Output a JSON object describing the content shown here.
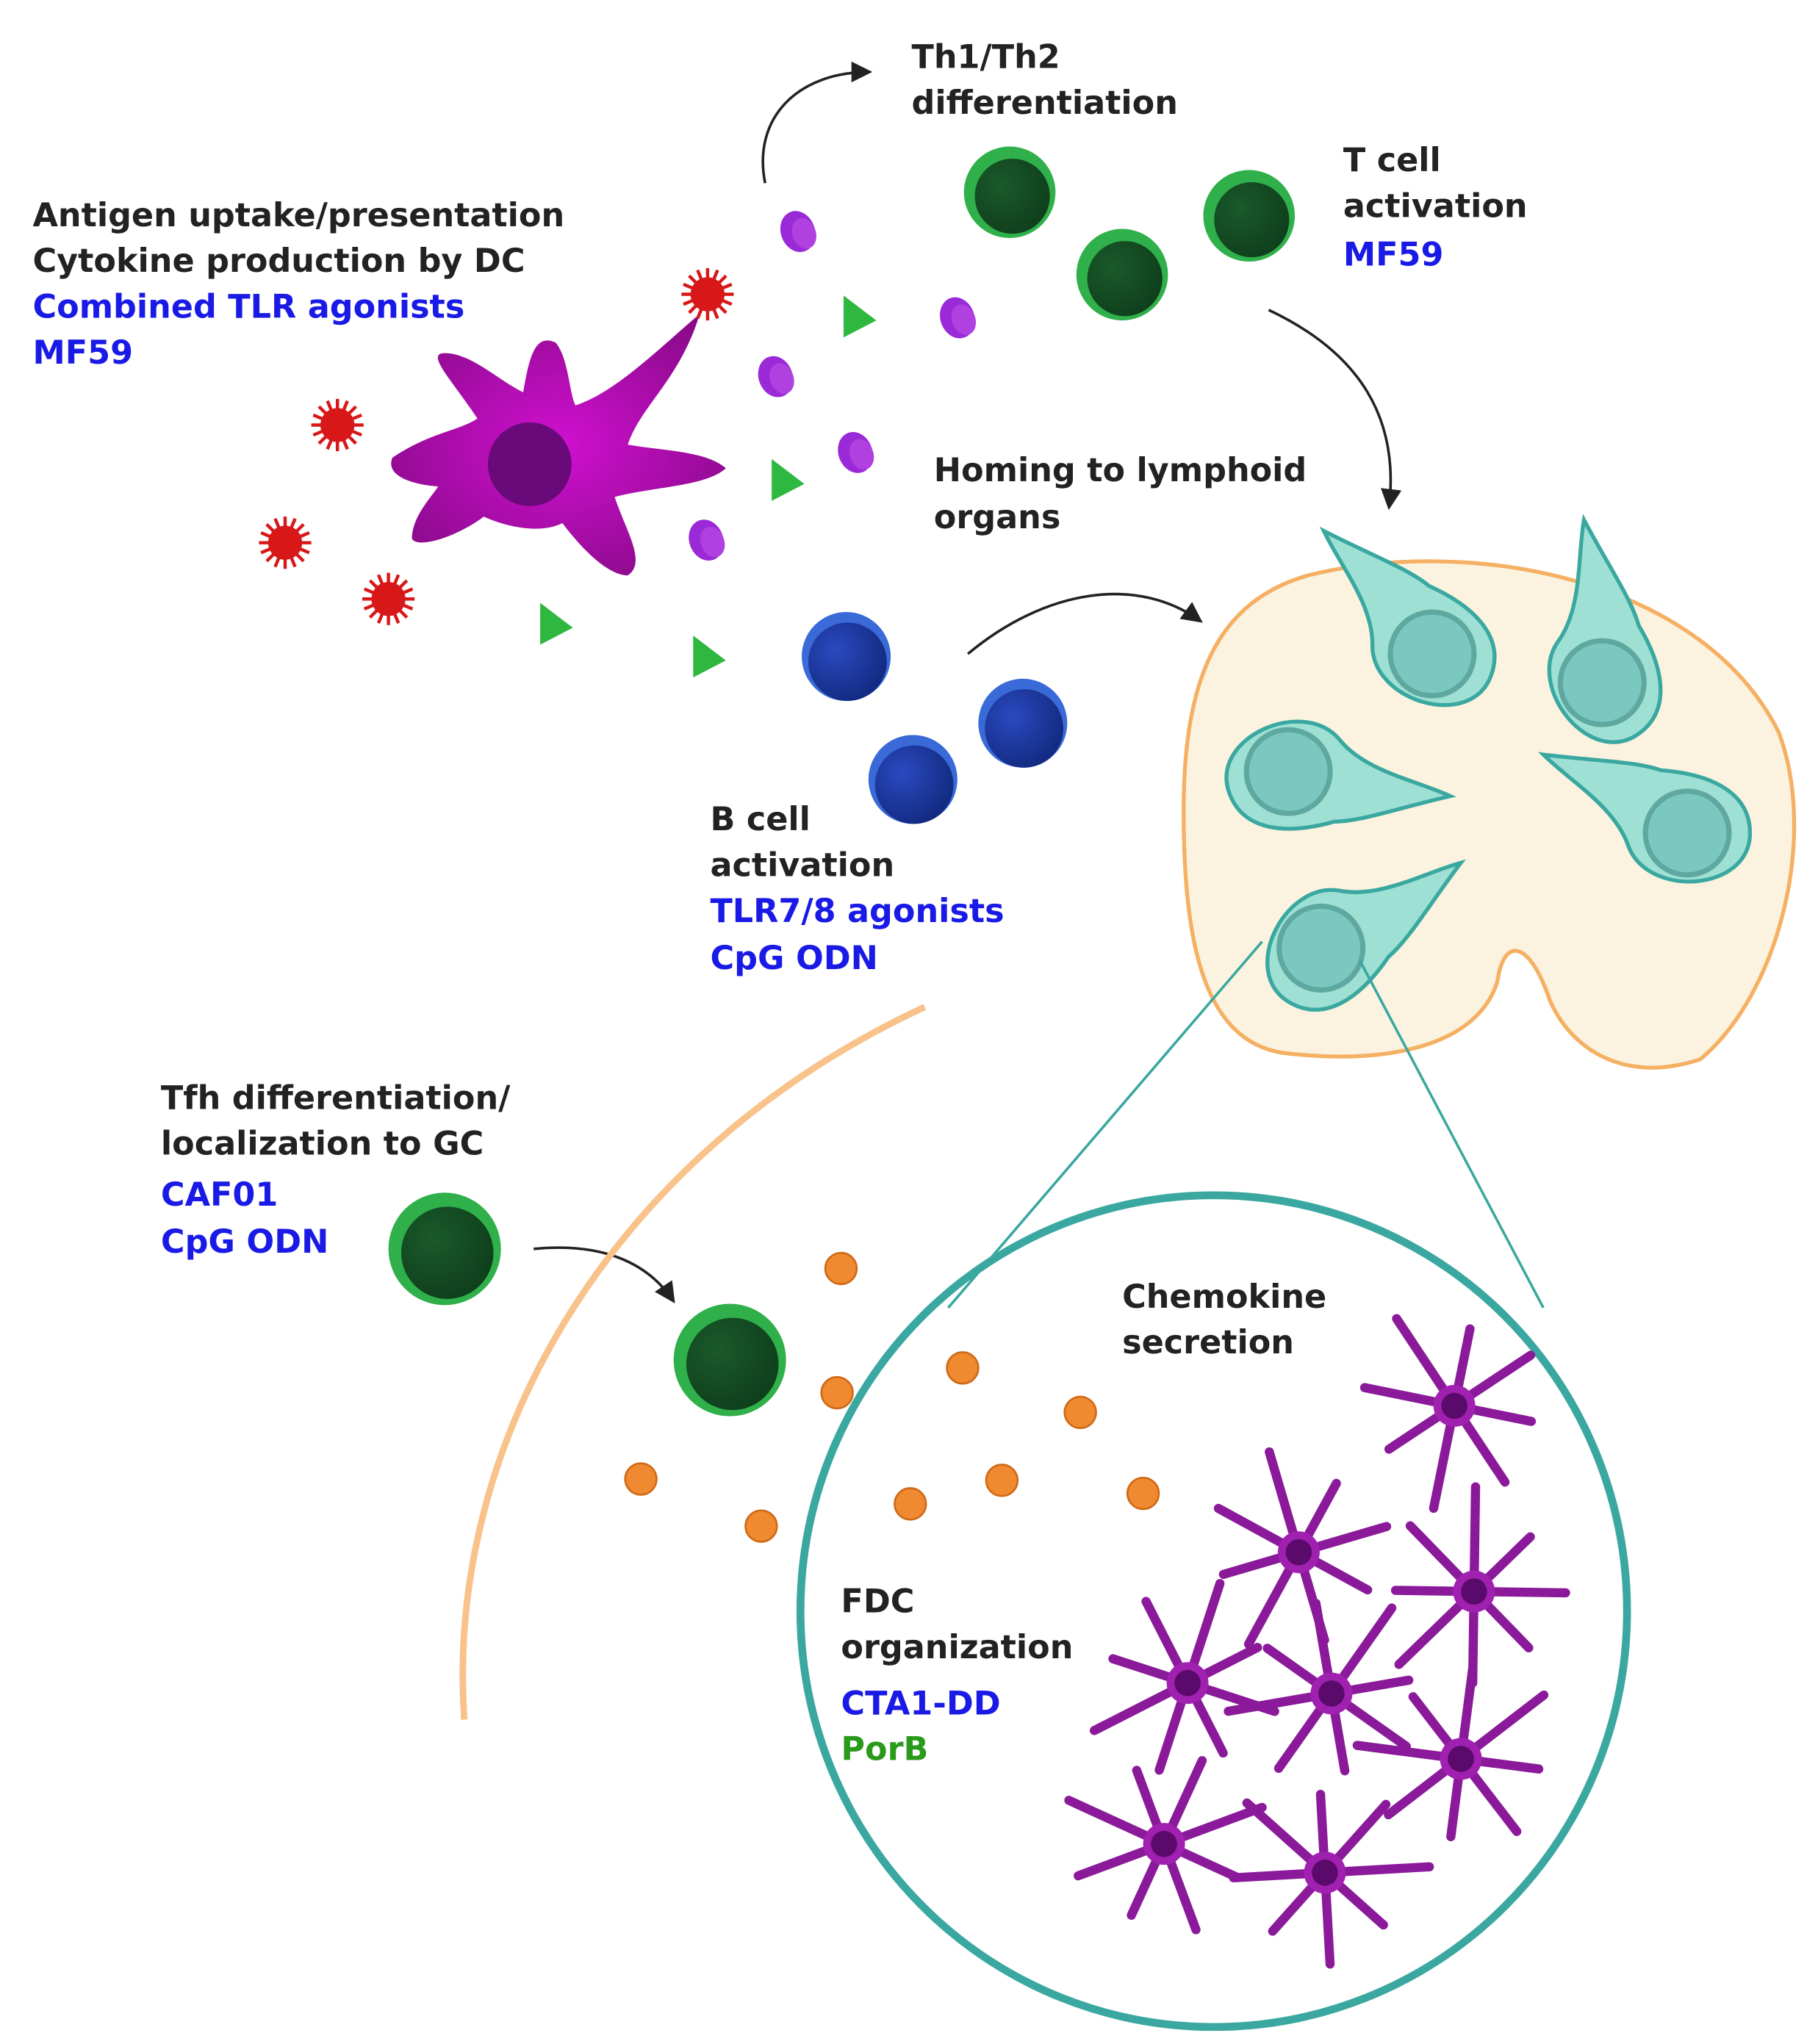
{
  "labels": {
    "th": [
      "Th1/Th2",
      "differentiation"
    ],
    "tcell": [
      "T cell",
      "activation"
    ],
    "tcell_adjuvants": [
      "MF59"
    ],
    "dc": [
      "Antigen uptake/presentation",
      "Cytokine production by DC"
    ],
    "dc_adjuvants": [
      "Combined TLR agonists",
      "MF59"
    ],
    "homing": [
      "Homing to lymphoid",
      "organs"
    ],
    "bcell": [
      "B cell",
      "activation"
    ],
    "bcell_adjuvants": [
      "TLR7/8 agonists",
      "CpG ODN"
    ],
    "tfh": [
      "Tfh differentiation/",
      "localization to GC"
    ],
    "tfh_adjuvants": [
      "CAF01",
      "CpG ODN"
    ],
    "chemokine": [
      "Chemokine",
      "secretion"
    ],
    "fdc": [
      "FDC",
      "organization"
    ],
    "fdc_adjuvants_blue": [
      "CTA1-DD"
    ],
    "fdc_adjuvants_green": [
      "PorB"
    ]
  },
  "colors": {
    "adjuvant_blue": "#1a1ae6",
    "adjuvant_green": "#2a9a1a",
    "t_cell": "#1f7a35",
    "b_cell": "#1f3fa8",
    "dendritic_cell": "#a010a8",
    "fdc": "#8a1a9a",
    "antigen": "#d81818",
    "lymph_node": "#fbf3e0",
    "lymph_node_border": "#f5b063",
    "germinal_center": "#3aa8a0",
    "chemokine": "#f08a30"
  }
}
